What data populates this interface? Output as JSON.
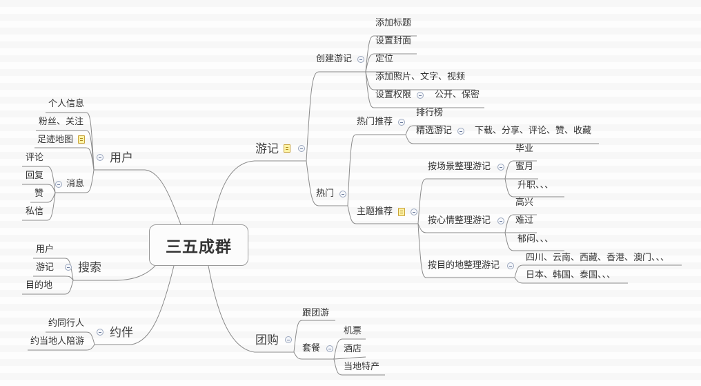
{
  "central": "三五成群",
  "branches": {
    "youji": {
      "label": "游记",
      "create": {
        "label": "创建游记",
        "children": [
          "添加标题",
          "设置封面",
          "定位",
          "添加照片、文字、视频"
        ],
        "permission": {
          "label": "设置权限",
          "value": "公开、保密"
        }
      },
      "hot": {
        "label": "热门",
        "recommend": {
          "label": "热门推荐",
          "ranking": "排行榜",
          "selected": {
            "label": "精选游记",
            "value": "下载、分享、评论、赞、收藏"
          }
        },
        "theme": {
          "label": "主题推荐",
          "by_scene": {
            "label": "按场景整理游记",
            "children": [
              "毕业",
              "蜜月",
              "升职、、、"
            ]
          },
          "by_mood": {
            "label": "按心情整理游记",
            "children": [
              "高兴",
              "难过",
              "郁闷、、、"
            ]
          },
          "by_destination": {
            "label": "按目的地整理游记",
            "children": [
              "四川、云南、西藏、香港、澳门、、、",
              "日本、韩国、泰国、、、"
            ]
          }
        }
      }
    },
    "tuangou": {
      "label": "团购",
      "group_tour": "跟团游",
      "package": {
        "label": "套餐",
        "children": [
          "机票",
          "酒店",
          "当地特产"
        ]
      }
    },
    "user": {
      "label": "用户",
      "children": [
        "个人信息",
        "粉丝、关注",
        "足迹地图"
      ],
      "message": {
        "label": "消息",
        "children": [
          "评论",
          "回复",
          "赞",
          "私信"
        ]
      }
    },
    "search": {
      "label": "搜索",
      "children": [
        "用户",
        "游记",
        "目的地"
      ]
    },
    "companion": {
      "label": "约伴",
      "children": [
        "约同行人",
        "约当地人陪游"
      ]
    }
  }
}
